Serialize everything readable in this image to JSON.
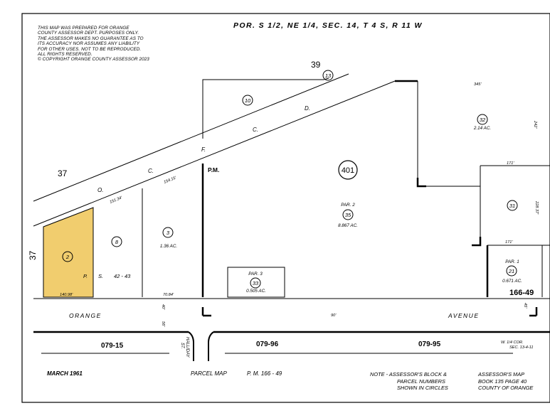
{
  "disclaimer": [
    "THIS MAP WAS PREPARED FOR ORANGE",
    "COUNTY ASSESSOR DEPT. PURPOSES ONLY.",
    "THE ASSESSOR MAKES NO GUARANTEE AS TO",
    "ITS ACCURACY NOR ASSUMES ANY LIABILITY",
    "FOR OTHER USES.  NOT TO BE REPRODUCED.",
    "ALL RIGHTS RESERVED.",
    "© COPYRIGHT ORANGE COUNTY ASSESSOR 2023"
  ],
  "header": "POR. S 1/2, NE 1/4, SEC. 14, T 4 S, R 11 W",
  "blocks": {
    "top": "39",
    "left_upper": "37",
    "left_lower": "37",
    "center": "401",
    "bottom_right": "166-49",
    "adj_left": "079-15",
    "adj_mid": "079-96",
    "adj_right": "079-95"
  },
  "streets": {
    "orange": "ORANGE",
    "avenue": "AVENUE",
    "halliday": [
      "HALLIDAY",
      "ST."
    ]
  },
  "railway_letters": [
    "O.",
    "C.",
    "F.",
    "C.",
    "D."
  ],
  "pm_label": "P.M.",
  "parcels": {
    "p2": "2",
    "p8": "8",
    "p3": "3",
    "p3_area": "1.36 AC.",
    "p10": "10",
    "p13": "13",
    "p32": "32",
    "p32_area": "2.14 AC.",
    "p31": "31",
    "p35": "35",
    "p35_par": "PAR. 2",
    "p35_area": "8.867 AC.",
    "p33": "33",
    "p33_par": "PAR. 3",
    "p33_area": "0.505 AC.",
    "p21": "21",
    "p21_par": "PAR. 1",
    "p21_area": "0.671 AC."
  },
  "ps_label": [
    "P.",
    "S.",
    "42 - 43"
  ],
  "dims": {
    "d345": "345'",
    "d171a": "171'",
    "d171b": "171'",
    "d242": "242'",
    "d228": "228.37'",
    "d140": "140.98'",
    "d70": "70.84'",
    "d40": "40'",
    "d45": "45'",
    "d56": "56'",
    "d90": "90'",
    "d151": "151.34'",
    "d154": "154.15'"
  },
  "sec_cor": [
    "W. 1/4 COR.",
    "SEC. 13-4-11"
  ],
  "footer": {
    "date": "MARCH 1961",
    "parcel_map": "PARCEL MAP",
    "pm_ref": "P. M. 166 - 49",
    "note": [
      "NOTE  -  ASSESSOR'S BLOCK &",
      "PARCEL NUMBERS",
      "SHOWN IN CIRCLES"
    ],
    "ref": [
      "ASSESSOR'S MAP",
      "BOOK 135  PAGE 40",
      "COUNTY OF ORANGE"
    ],
    "book_num": "135",
    "page_num": "40"
  },
  "colors": {
    "highlight": "#f1cd6e",
    "ink": "#000000"
  }
}
